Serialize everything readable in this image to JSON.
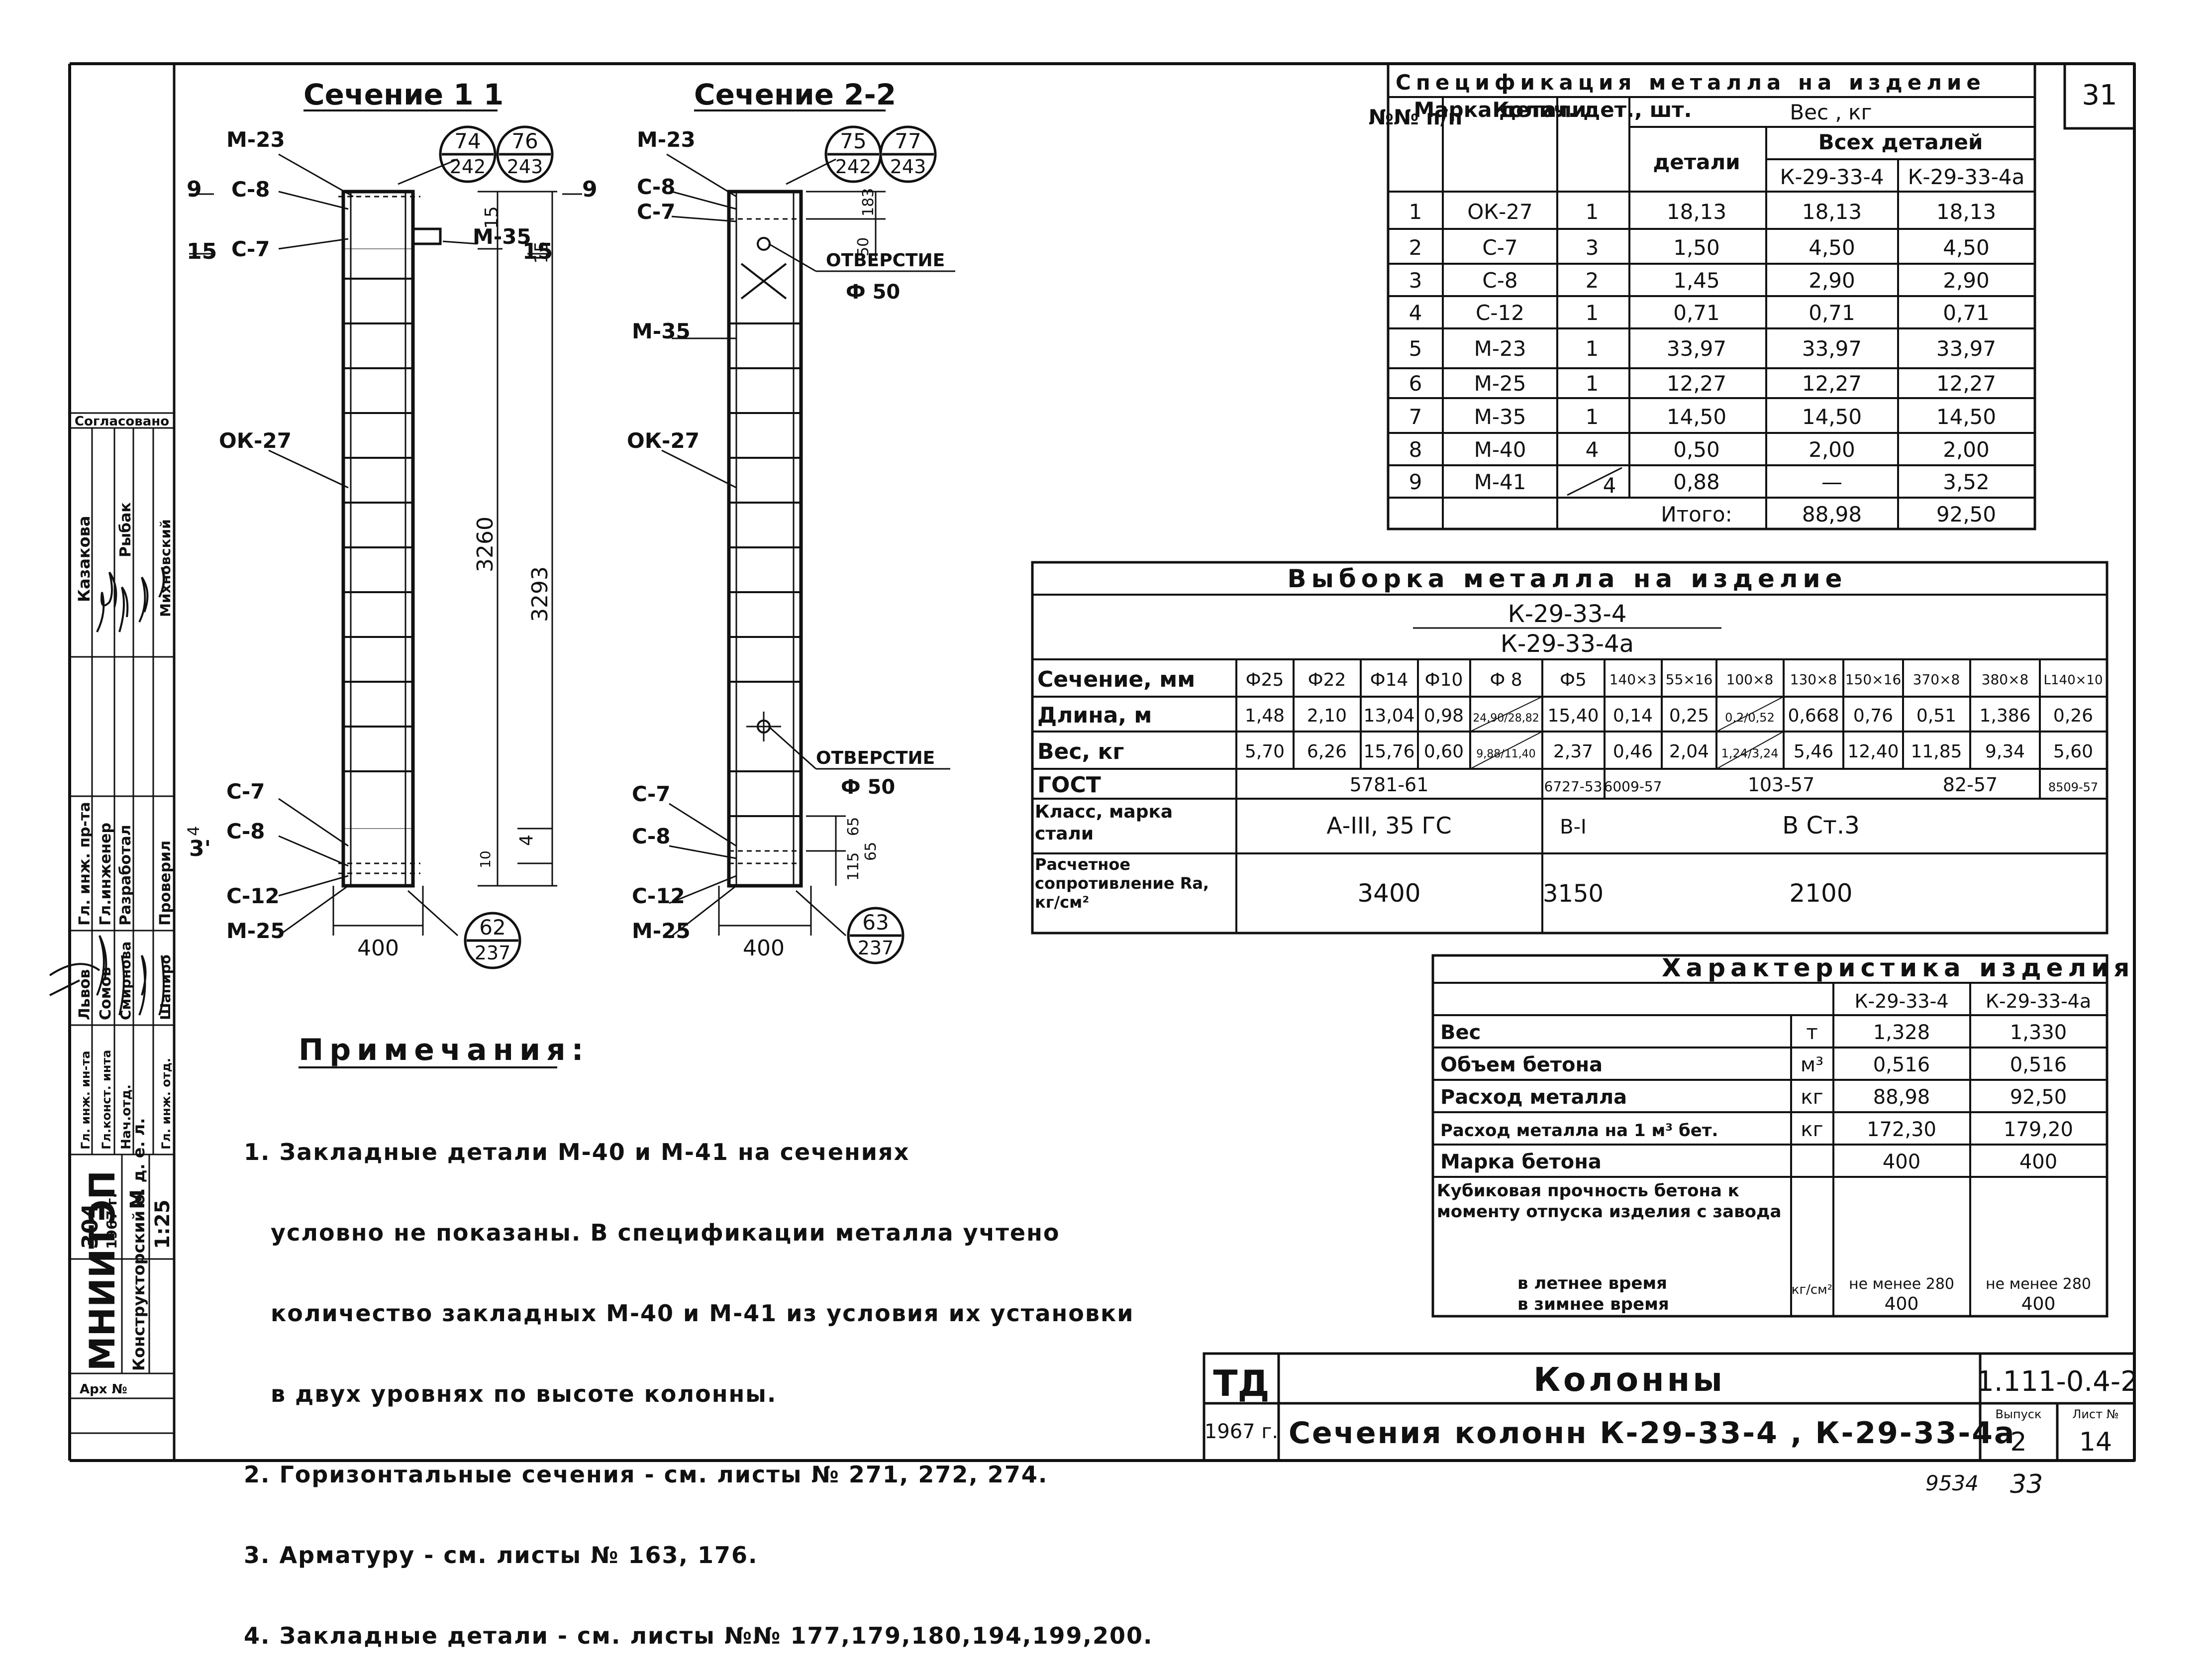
{
  "page_number": "31",
  "bottom": {
    "left_number": "9534",
    "right_number": "33"
  },
  "sections": {
    "s11": {
      "title": "Сечение 1 1",
      "labels": [
        "М-23",
        "С-8",
        "С-7",
        "М-35",
        "ОК-27",
        "С-7",
        "С-8",
        "С-12",
        "М-25"
      ],
      "circles": [
        [
          "74",
          "242"
        ],
        [
          "76",
          "243"
        ],
        [
          "62",
          "237"
        ]
      ],
      "dims": {
        "width": "400",
        "h1": "3260",
        "h2": "3293",
        "a": "15",
        "b": "15",
        "c": "4",
        "d": "10",
        "e": "4"
      },
      "cut_marks": [
        "9",
        "9",
        "15",
        "15",
        "3'"
      ]
    },
    "s22": {
      "title": "Сечение 2-2",
      "labels": [
        "М-23",
        "С-8",
        "С-7",
        "М-35",
        "ОК-27",
        "С-7",
        "С-8",
        "С-12",
        "М-25"
      ],
      "circles": [
        [
          "75",
          "242"
        ],
        [
          "77",
          "243"
        ],
        [
          "63",
          "237"
        ]
      ],
      "hole_label": "ОТВЕРСТИЕ",
      "hole_dia": "Ф 50",
      "dims": {
        "width": "400",
        "a": "183",
        "b": "50",
        "c": "65",
        "d": "65",
        "e": "115"
      }
    }
  },
  "left_strip": {
    "agreed": "Согласовано",
    "cells": [
      "Казакова",
      "Рыбак",
      "Михновский",
      "Гл. инж. пр-та",
      "Гл.инженер",
      "Разработал",
      "Проверил",
      "Львов",
      "Сомов",
      "Смирнова",
      "Шапиро",
      "Гл. инж. ин-та",
      "Гл.конст. инта",
      "Нач.отд.",
      "Гл. инж. отд."
    ],
    "org": "МНИИТЭП",
    "org_sub": "Конструкторский о. д. е. л.",
    "code": "304",
    "year": "1967 г.",
    "scale_m": "М",
    "scale": "1:25",
    "arch": "Арх №"
  },
  "spec": {
    "title": "Спецификация металла на изделие",
    "headers": {
      "nn": "№№ п/п",
      "mark": "Марка детали",
      "qty": "Колич. дет., шт.",
      "weight": "Вес , кг",
      "detail": "детали",
      "all": "Всех деталей",
      "v1": "К-29-33-4",
      "v2": "К-29-33-4а"
    },
    "rows": [
      [
        "1",
        "ОК-27",
        "1",
        "18,13",
        "18,13",
        "18,13"
      ],
      [
        "2",
        "С-7",
        "3",
        "1,50",
        "4,50",
        "4,50"
      ],
      [
        "3",
        "С-8",
        "2",
        "1,45",
        "2,90",
        "2,90"
      ],
      [
        "4",
        "С-12",
        "1",
        "0,71",
        "0,71",
        "0,71"
      ],
      [
        "5",
        "М-23",
        "1",
        "33,97",
        "33,97",
        "33,97"
      ],
      [
        "6",
        "М-25",
        "1",
        "12,27",
        "12,27",
        "12,27"
      ],
      [
        "7",
        "М-35",
        "1",
        "14,50",
        "14,50",
        "14,50"
      ],
      [
        "8",
        "М-40",
        "4",
        "0,50",
        "2,00",
        "2,00"
      ],
      [
        "9",
        "М-41",
        "4",
        "0,88",
        "—",
        "3,52"
      ]
    ],
    "total_label": "Итого:",
    "total": [
      "88,98",
      "92,50"
    ]
  },
  "vyborka": {
    "title": "Выборка металла на изделие",
    "sub1": "К-29-33-4",
    "sub2": "К-29-33-4а",
    "row_labels": [
      "Сечение, мм",
      "Длина, м",
      "Вес, кг",
      "ГОСТ",
      "Класс, марка стали",
      "Расчетное сопротивление Rа, кг/см²"
    ],
    "sections": [
      "Ф25",
      "Ф22",
      "Ф14",
      "Ф10",
      "Ф 8",
      "Ф5",
      "140×3",
      "55×16",
      "100×8",
      "130×8",
      "150×16",
      "370×8",
      "380×8",
      "L140×10"
    ],
    "lengths": [
      "1,48",
      "2,10",
      "13,04",
      "0,98",
      "24,90/28,82",
      "15,40",
      "0,14",
      "0,25",
      "0,2/0,52",
      "0,668",
      "0,76",
      "0,51",
      "1,386",
      "0,26"
    ],
    "weights": [
      "5,70",
      "6,26",
      "15,76",
      "0,60",
      "9,88/11,40",
      "2,37",
      "0,46",
      "2,04",
      "1,24/3,24",
      "5,46",
      "12,40",
      "11,85",
      "9,34",
      "5,60"
    ],
    "gost": [
      "5781-61",
      "6727-53",
      "6009-57",
      "103-57",
      "82-57",
      "8509-57"
    ],
    "klass": [
      "А-III, 35 ГС",
      "В-I",
      "В Ст.3"
    ],
    "resist": [
      "3400",
      "3150",
      "2100"
    ]
  },
  "harakt": {
    "title": "Характеристика изделия",
    "v1": "К-29-33-4",
    "v2": "К-29-33-4а",
    "rows": [
      [
        "Вес",
        "т",
        "1,328",
        "1,330"
      ],
      [
        "Объем бетона",
        "м³",
        "0,516",
        "0,516"
      ],
      [
        "Расход металла",
        "кг",
        "88,98",
        "92,50"
      ],
      [
        "Расход металла на 1 м³ бет.",
        "кг",
        "172,30",
        "179,20"
      ],
      [
        "Марка бетона",
        "",
        "400",
        "400"
      ]
    ],
    "cube_label": "Кубиковая прочность бетона к моменту отпуска изделия с завода",
    "summer": "в летнее время",
    "winter": "в зимнее время",
    "cube_unit": "кг/см²",
    "summer_v1": "не менее 280",
    "winter_v1": "400",
    "summer_v2": "не менее 280",
    "winter_v2": "400"
  },
  "notes": {
    "title": "Примечания:",
    "lines": [
      "1. Закладные детали М-40 и М-41 на сечениях",
      "   условно не показаны. В спецификации металла учтено",
      "   количество закладных М-40 и М-41 из условия их установки",
      "   в двух уровнях по высоте колонны.",
      "2. Горизонтальные сечения - см. листы № 271, 272, 274.",
      "3. Арматуру - см. листы № 163, 176.",
      "4. Закладные детали - см. листы №№ 177,179,180,194,199,200."
    ]
  },
  "stamp": {
    "td": "ТД",
    "year": "1967 г.",
    "title": "Колонны",
    "subtitle": "Сечения колонн К-29-33-4 , К-29-33-4а",
    "code": "1.111-0.4-2",
    "vypusk_label": "Выпуск",
    "list_label": "Лист №",
    "vypusk": "2",
    "list": "14"
  }
}
